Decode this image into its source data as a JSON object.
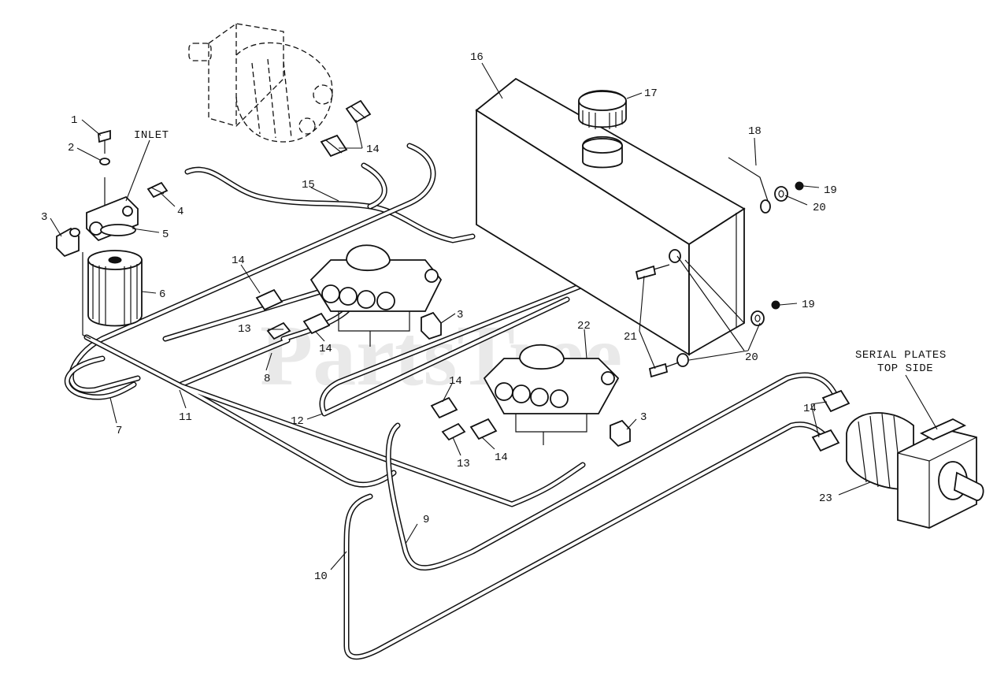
{
  "diagram": {
    "watermark": "PartsTree",
    "watermark_mark": "TM",
    "inlet_label": "INLET",
    "serial_plates_line1": "SERIAL PLATES",
    "serial_plates_line2": "TOP SIDE",
    "callouts": {
      "c1": "1",
      "c2": "2",
      "c3a": "3",
      "c3b": "3",
      "c3c": "3",
      "c4": "4",
      "c5": "5",
      "c6": "6",
      "c7": "7",
      "c8": "8",
      "c9": "9",
      "c10": "10",
      "c11": "11",
      "c12": "12",
      "c13a": "13",
      "c13b": "13",
      "c14a": "14",
      "c14b": "14",
      "c14c": "14",
      "c14d": "14",
      "c14e": "14",
      "c14f": "14",
      "c15": "15",
      "c16": "16",
      "c17": "17",
      "c18": "18",
      "c19a": "19",
      "c19b": "19",
      "c20a": "20",
      "c20b": "20",
      "c21": "21",
      "c22": "22",
      "c23": "23"
    }
  }
}
